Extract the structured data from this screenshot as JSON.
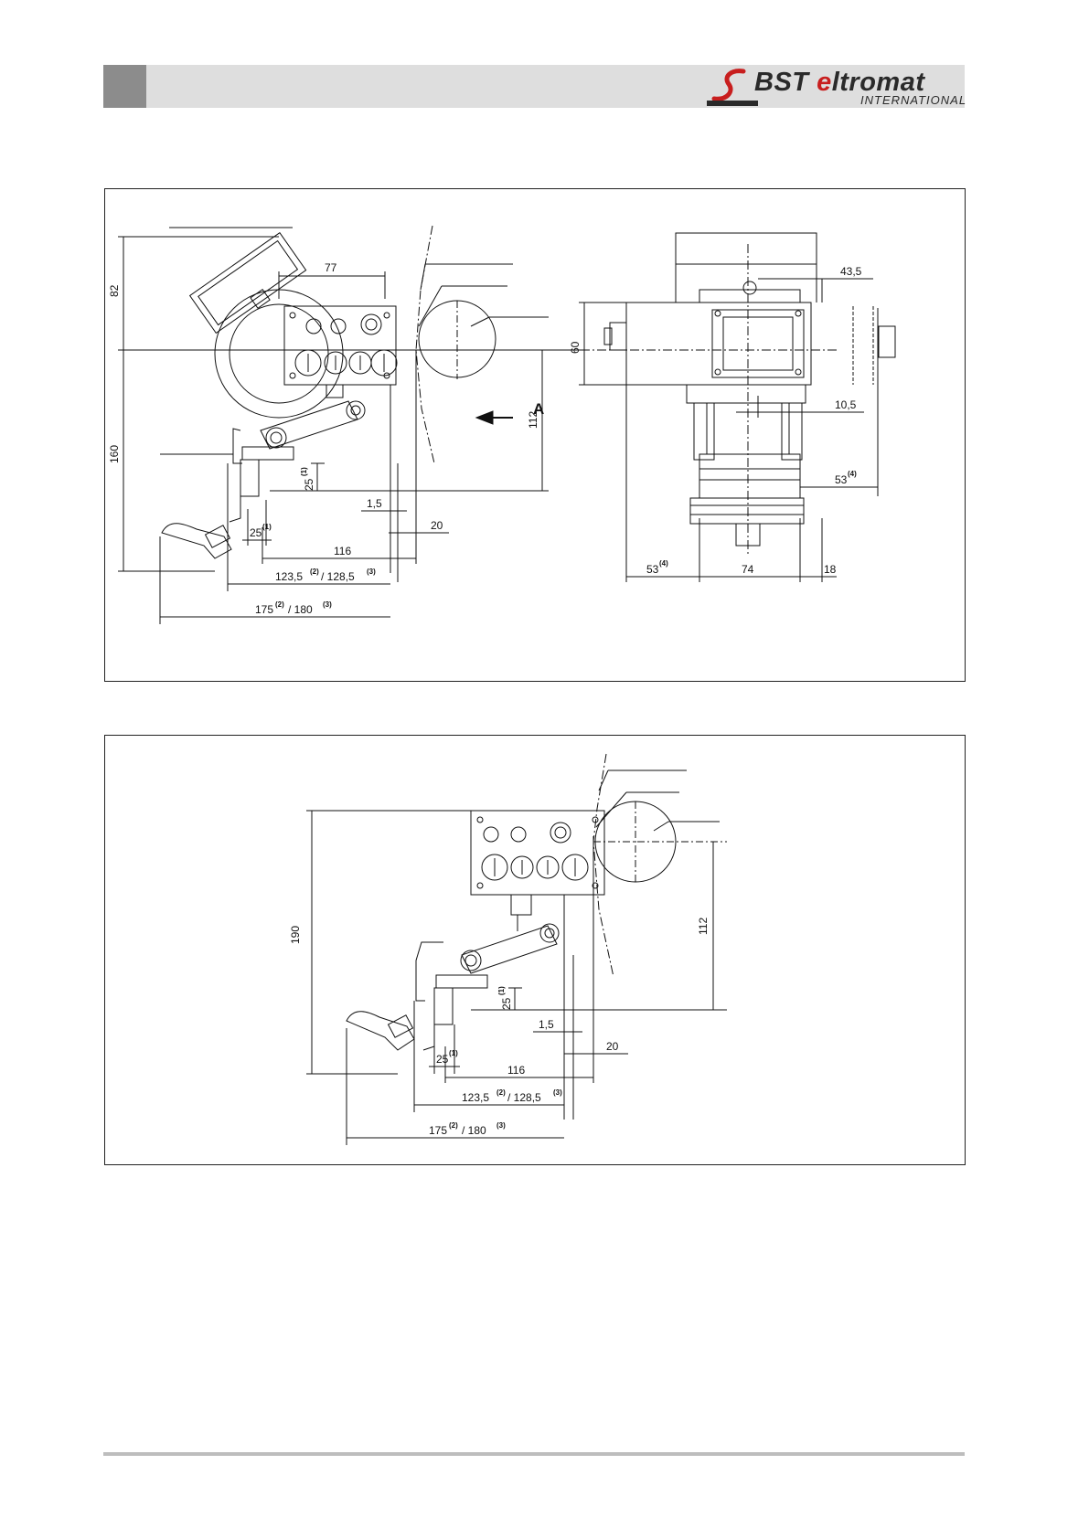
{
  "header": {
    "brand_left": "BST ",
    "brand_accent": "e",
    "brand_right": "ltromat",
    "brand_sub": "INTERNATIONAL",
    "brand_color": "#c81e1e"
  },
  "drawing1": {
    "dims": {
      "d82": "82",
      "d77": "77",
      "d160": "160",
      "d112": "112",
      "d25v": "25",
      "d25h": "25",
      "sup1": "(1)",
      "d1_5": "1,5",
      "d20": "20",
      "d116": "116",
      "d123": "123,5",
      "sup2": "(2)",
      "d128": "/ 128,5",
      "sup3": "(3)",
      "d175": "175",
      "d180": "/ 180",
      "arrow_a": "A",
      "d43_5": "43,5",
      "d60": "60",
      "d10_5": "10,5",
      "d53": "53",
      "sup4": "(4)",
      "d74": "74",
      "d18": "18"
    }
  },
  "drawing2": {
    "dims": {
      "d190": "190",
      "d112": "112",
      "d25v": "25",
      "d25h": "25",
      "sup1": "(1)",
      "d1_5": "1,5",
      "d20": "20",
      "d116": "116",
      "d123": "123,5",
      "sup2": "(2)",
      "d128": "/ 128,5",
      "sup3": "(3)",
      "d175": "175",
      "d180": "/ 180"
    }
  }
}
